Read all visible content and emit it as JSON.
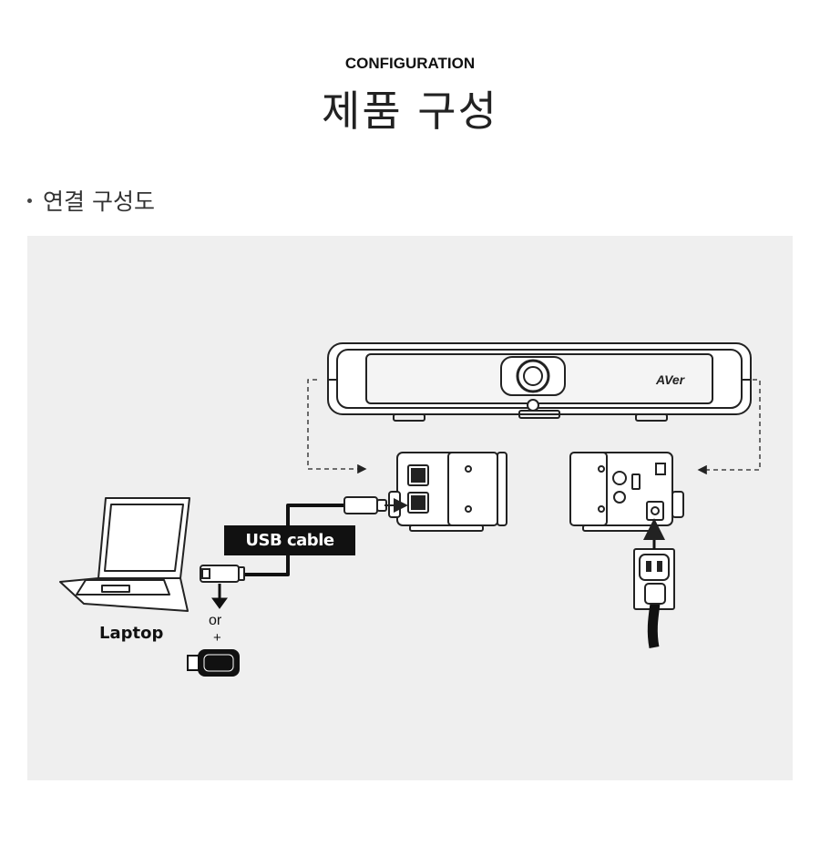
{
  "header": {
    "eyebrow": "CONFIGURATION",
    "title": "제품 구성"
  },
  "section": {
    "heading": "연결 구성도"
  },
  "diagram": {
    "laptop_label": "Laptop",
    "cable_label": "USB cable",
    "or_label": "or",
    "plus_label": "+",
    "brand_mark": "AVer"
  }
}
